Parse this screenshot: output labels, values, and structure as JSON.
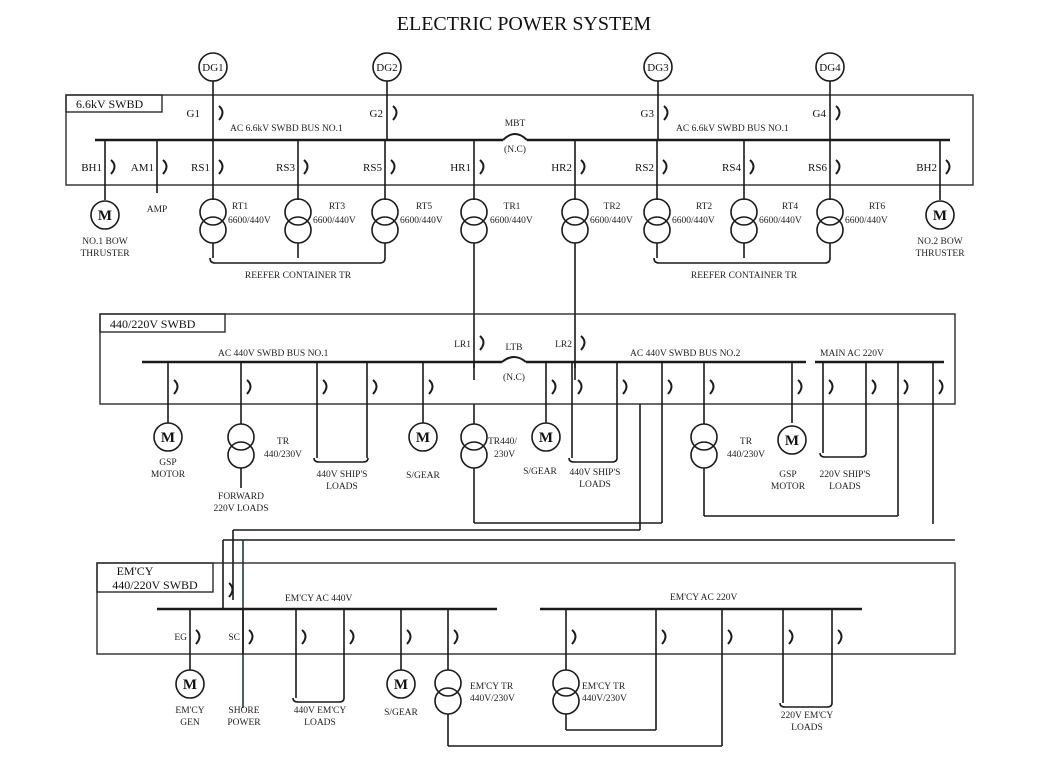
{
  "title": "ELECTRIC POWER SYSTEM",
  "generators": [
    "DG1",
    "DG2",
    "DG3",
    "DG4"
  ],
  "hv_swbd": {
    "label": "6.6kV SWBD",
    "bus_left_label": "AC 6.6kV SWBD BUS NO.1",
    "bus_right_label": "AC 6.6kV SWBD BUS NO.1",
    "bus_tie": {
      "name": "MBT",
      "state": "(N.C)"
    },
    "breakers": [
      "G1",
      "G2",
      "G3",
      "G4",
      "BH1",
      "AM1",
      "RS1",
      "RS3",
      "RS5",
      "HR1",
      "HR2",
      "RS2",
      "RS4",
      "RS6",
      "BH2"
    ],
    "transformers": [
      {
        "name": "RT1",
        "ratio": "6600/440V"
      },
      {
        "name": "RT3",
        "ratio": "6600/440V"
      },
      {
        "name": "RT5",
        "ratio": "6600/440V"
      },
      {
        "name": "TR1",
        "ratio": "6600/440V"
      },
      {
        "name": "TR2",
        "ratio": "6600/440V"
      },
      {
        "name": "RT2",
        "ratio": "6600/440V"
      },
      {
        "name": "RT4",
        "ratio": "6600/440V"
      },
      {
        "name": "RT6",
        "ratio": "6600/440V"
      }
    ],
    "motor_symbol": "M",
    "bow_thruster_1": [
      "NO.1 BOW",
      "THRUSTER"
    ],
    "bow_thruster_2": [
      "NO.2 BOW",
      "THRUSTER"
    ],
    "amp": "AMP",
    "reefer_group": "REEFER CONTAINER TR"
  },
  "lv_swbd": {
    "label": "440/220V SWBD",
    "bus1_label": "AC 440V SWBD BUS NO.1",
    "bus2_label": "AC 440V SWBD BUS NO.2",
    "bus220_label": "MAIN AC 220V",
    "breakers": [
      "LR1",
      "LR2"
    ],
    "bus_tie": {
      "name": "LTB",
      "state": "(N.C)"
    },
    "loads": {
      "gsp_motor": [
        "GSP",
        "MOTOR"
      ],
      "tr_fwd": [
        "TR",
        "440/230V"
      ],
      "forward_loads": [
        "FORWARD",
        "220V LOADS"
      ],
      "ships_loads_440": [
        "440V SHIP'S",
        "LOADS"
      ],
      "sgear": "S/GEAR",
      "tr_mid": [
        "TR440/",
        "230V"
      ],
      "tr_right": [
        "TR",
        "440/230V"
      ],
      "ships_loads_220": [
        "220V SHIP'S",
        "LOADS"
      ]
    }
  },
  "em_swbd": {
    "label": [
      "EM'CY",
      "440/220V SWBD"
    ],
    "bus440_label": "EM'CY AC 440V",
    "bus220_label": "EM'CY AC 220V",
    "breakers": [
      "EG",
      "SC"
    ],
    "loads": {
      "emcy_gen": [
        "EM'CY",
        "GEN"
      ],
      "shore_power": [
        "SHORE",
        "POWER"
      ],
      "emcy_loads_440": [
        "440V EM'CY",
        "LOADS"
      ],
      "sgear": "S/GEAR",
      "emcy_tr": [
        "EM'CY TR",
        "440V/230V"
      ],
      "emcy_loads_220": [
        "220V EM'CY",
        "LOADS"
      ]
    }
  }
}
